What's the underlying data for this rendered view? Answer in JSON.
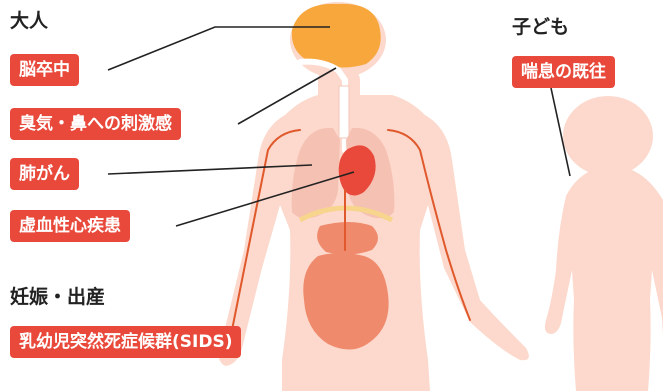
{
  "adult": {
    "heading": "大人",
    "labels": [
      "脳卒中",
      "臭気・鼻への刺激感",
      "肺がん",
      "虚血性心疾患"
    ]
  },
  "pregnancy": {
    "heading": "妊娠・出産",
    "labels": [
      "乳幼児突然死症候群(SIDS)"
    ]
  },
  "child": {
    "heading": "子ども",
    "labels": [
      "喘息の既往"
    ]
  },
  "colors": {
    "label_bg": "#e8493a",
    "body": "#fcd9cc",
    "brain": "#f7a73b",
    "lung": "#f5c1b3",
    "heart": "#e8493a",
    "organ": "#f08a6c",
    "vessel": "#e0592c"
  }
}
